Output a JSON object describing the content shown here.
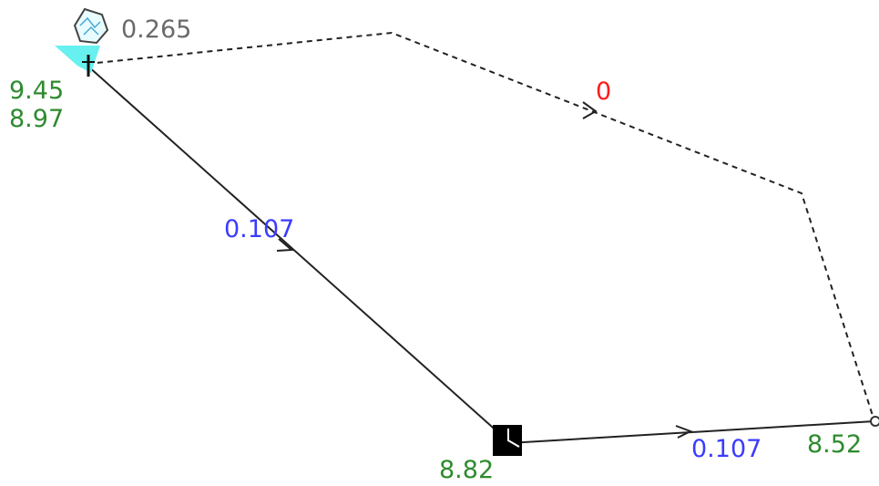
{
  "nodes": {
    "reservoir": {
      "value": "0.265"
    },
    "source": {
      "values": [
        "9.45",
        "8.97"
      ]
    },
    "pump_node": {
      "value": "8.82"
    },
    "end_node": {
      "value": "8.52"
    }
  },
  "links": {
    "pipe_diagonal": {
      "value": "0.107"
    },
    "pipe_bottom": {
      "value": "0.107"
    },
    "dashed_link": {
      "value": "0"
    }
  },
  "colors": {
    "node_values": "#2e8b2e",
    "link_values": "#3b3bff",
    "zero_value": "#ff1a1a",
    "reservoir_value": "#6a6a6a",
    "tank_fill": "#66f0f0"
  }
}
